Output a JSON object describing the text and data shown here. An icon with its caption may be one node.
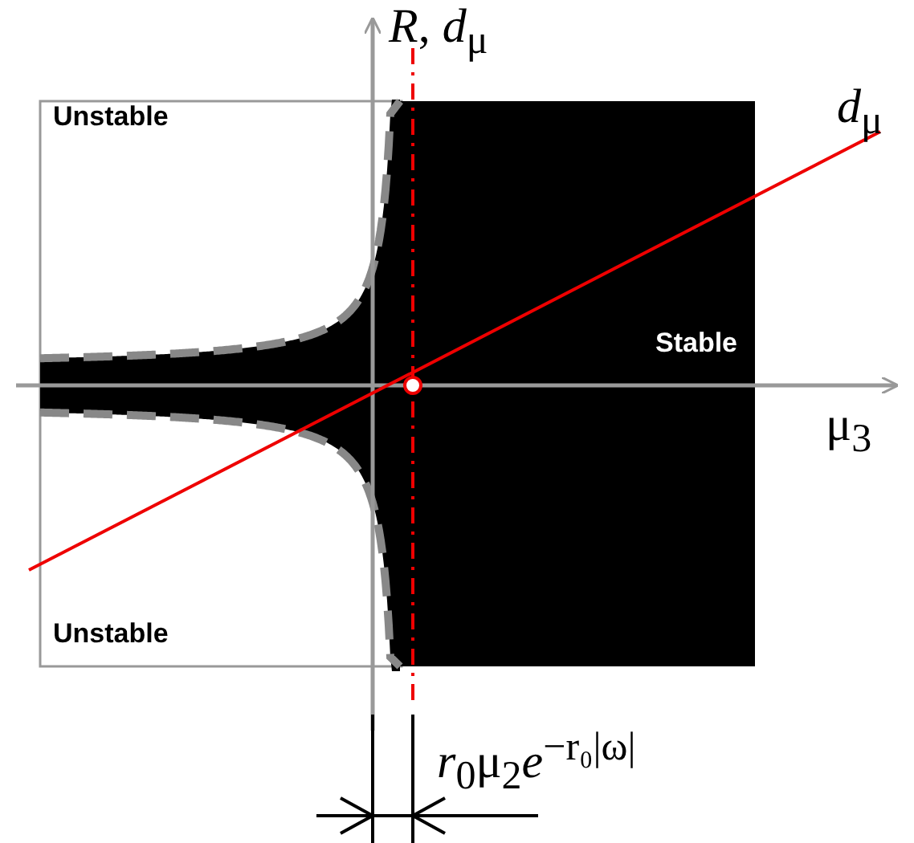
{
  "diagram": {
    "labels": [
      "*R*, *d*$_{μ}$",
      "Unstable",
      "*d*$_{μ}$",
      "Stable",
      "μ$_{3}$",
      "Unstable",
      "*r*$_{0}$μ$_{2}$*e*$^{−r₀|ω|}$"
    ]
  }
}
